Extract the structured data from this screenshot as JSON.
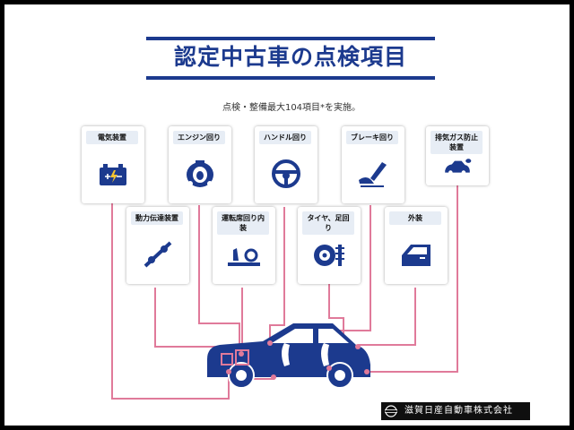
{
  "title": "認定中古車の点検項目",
  "subtitle": "点検・整備最大104項目*を実施。",
  "cards": {
    "electrical": {
      "label": "電気装置",
      "icon": "battery-icon"
    },
    "engine": {
      "label": "エンジン回り",
      "icon": "engine-icon"
    },
    "steering": {
      "label": "ハンドル回り",
      "icon": "steering-wheel-icon"
    },
    "brake": {
      "label": "ブレーキ回り",
      "icon": "brake-pedal-icon"
    },
    "exhaust": {
      "label": "排気ガス防止装置",
      "icon": "exhaust-car-icon"
    },
    "transmission": {
      "label": "動力伝達装置",
      "icon": "drive-shaft-icon"
    },
    "cabin": {
      "label": "運転席回り内装",
      "icon": "seat-interior-icon"
    },
    "tires": {
      "label": "タイヤ、足回り",
      "icon": "tire-suspension-icon"
    },
    "exterior": {
      "label": "外装",
      "icon": "car-door-icon"
    }
  },
  "company": {
    "name": "滋賀日産自動車株式会社",
    "logo": "nissan-logo"
  },
  "colors": {
    "brand_blue": "#1c3a8e",
    "wire_pink": "#e07a9a",
    "label_bg": "#e7edf5"
  }
}
